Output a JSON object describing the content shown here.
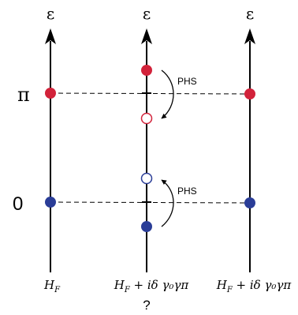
{
  "axis_label": "ε",
  "levels": {
    "pi": "π",
    "zero": "0"
  },
  "phs_label": "PHS",
  "columns": [
    {
      "label_lhs": "H",
      "label_sub": "F",
      "label_rest": ""
    },
    {
      "label_lhs": "H",
      "label_sub": "F",
      "label_rest": " + iδ γ₀γπ",
      "question": "?"
    },
    {
      "label_lhs": "H",
      "label_sub": "F",
      "label_rest": " + iδ γ₀γπ"
    }
  ],
  "colors": {
    "red": "#d2223a",
    "blue": "#2a3d97",
    "axis": "#000000"
  }
}
